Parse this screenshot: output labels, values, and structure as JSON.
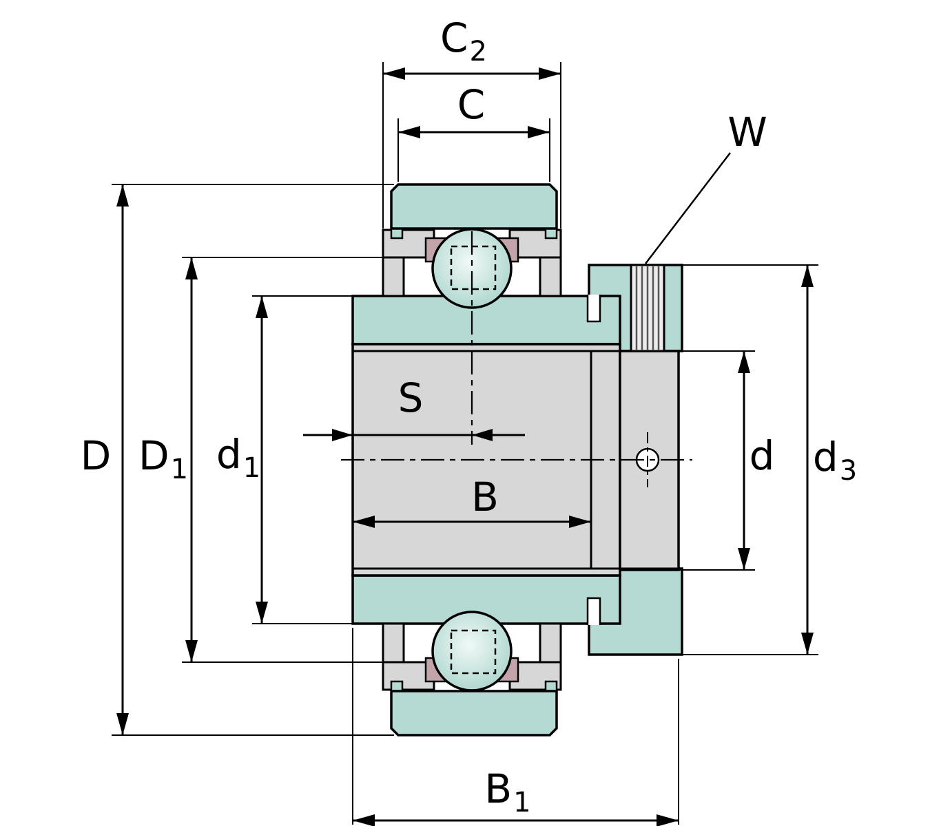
{
  "drawing": {
    "title": "Radial insert ball bearing with eccentric locking collar - cross-section",
    "colors": {
      "part_teal": "#b5dad4",
      "part_gray": "#d7d7d7",
      "seal_pink": "#c2a4aa",
      "screw_fill": "#ececec",
      "outline": "#000000"
    },
    "dimension_labels": {
      "C2": {
        "base": "C",
        "sub": "2"
      },
      "C": {
        "base": "C",
        "sub": ""
      },
      "W": {
        "base": "W",
        "sub": ""
      },
      "D": {
        "base": "D",
        "sub": ""
      },
      "D1": {
        "base": "D",
        "sub": "1"
      },
      "d1": {
        "base": "d",
        "sub": "1"
      },
      "S": {
        "base": "S",
        "sub": ""
      },
      "B": {
        "base": "B",
        "sub": ""
      },
      "d": {
        "base": "d",
        "sub": ""
      },
      "d3": {
        "base": "d",
        "sub": "3"
      },
      "B1": {
        "base": "B",
        "sub": "1"
      }
    }
  }
}
